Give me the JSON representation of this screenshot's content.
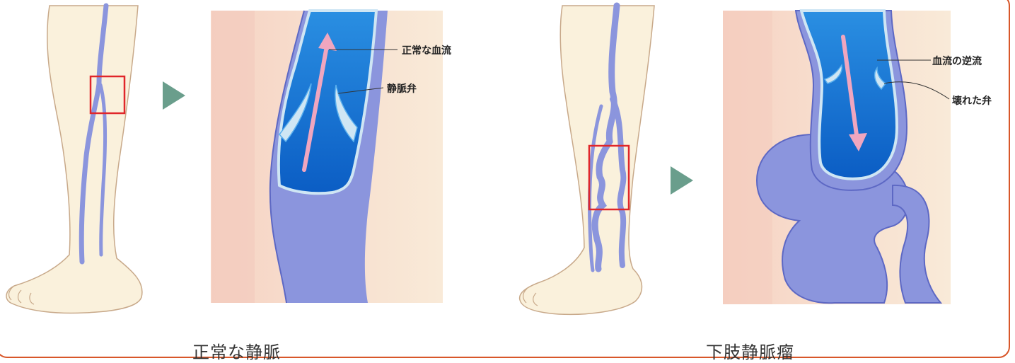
{
  "panels": {
    "normal": {
      "caption": "正常な静脈",
      "callout_flow": "正常な血流",
      "callout_valve": "静脈弁"
    },
    "varicose": {
      "caption": "下肢静脈瘤",
      "callout_flow": "血流の逆流",
      "callout_valve": "壊れた弁"
    }
  },
  "colors": {
    "skin": "#faf1dc",
    "skin_outline": "#c8a98a",
    "vein": "#8b95dd",
    "vein_dark": "#5d68c4",
    "blood": "#0f6fd1",
    "blood_light": "#5ab0ee",
    "valve": "#cfe6f4",
    "arrow": "#f0a6bf",
    "highlight_box": "#e0262a",
    "pointer": "#6a9e8c",
    "frame": "#d8572a"
  }
}
